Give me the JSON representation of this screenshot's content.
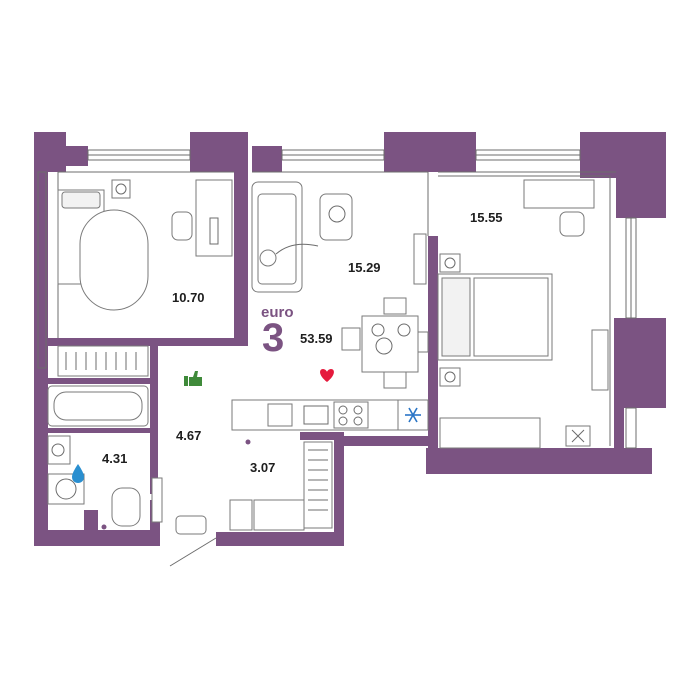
{
  "plan": {
    "colors": {
      "wall": "#7b5382",
      "heart": "#e5193c",
      "thumb": "#3f8a3a",
      "drop": "#2a8fd0",
      "snow": "#2a75c6"
    },
    "type_label": "euro",
    "rooms_count": "3",
    "total_area": "53.59",
    "rooms": [
      {
        "name": "bedroom-left",
        "area": "10.70"
      },
      {
        "name": "living-room",
        "area": "15.29"
      },
      {
        "name": "bedroom-right",
        "area": "15.55"
      },
      {
        "name": "hallway",
        "area": "4.67"
      },
      {
        "name": "bathroom",
        "area": "4.31"
      },
      {
        "name": "corridor",
        "area": "3.07"
      }
    ],
    "icons": [
      "thumbs-up-icon",
      "heart-icon",
      "water-drop-icon",
      "snowflake-icon"
    ]
  }
}
